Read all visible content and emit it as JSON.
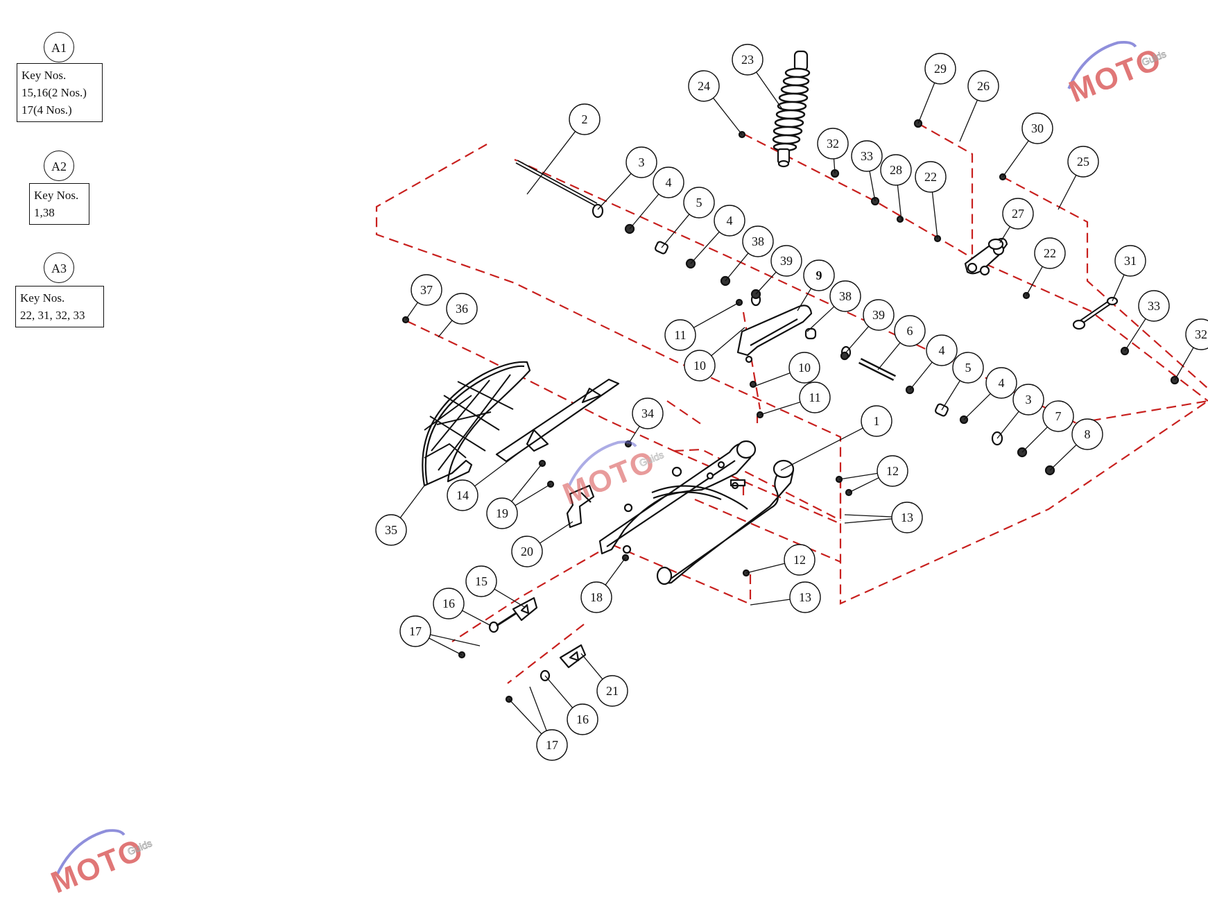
{
  "legend": [
    {
      "tag": "A1",
      "lines": [
        "Key Nos.",
        "15,16(2 Nos.)",
        "17(4 Nos.)"
      ]
    },
    {
      "tag": "A2",
      "lines": [
        "Key Nos.",
        "1,38"
      ]
    },
    {
      "tag": "A3",
      "lines": [
        "Key Nos.",
        "22, 31, 32, 33"
      ]
    }
  ],
  "callouts": [
    "1",
    "2",
    "3",
    "3",
    "4",
    "4",
    "4",
    "4",
    "5",
    "5",
    "6",
    "7",
    "8",
    "9",
    "10",
    "10",
    "11",
    "11",
    "12",
    "12",
    "13",
    "13",
    "14",
    "15",
    "16",
    "16",
    "17",
    "17",
    "18",
    "19",
    "20",
    "21",
    "22",
    "22",
    "23",
    "24",
    "25",
    "26",
    "27",
    "28",
    "29",
    "30",
    "31",
    "32",
    "32",
    "33",
    "33",
    "34",
    "35",
    "36",
    "37",
    "38",
    "38",
    "39",
    "39"
  ],
  "watermark": {
    "brand": "MOTO",
    "sub": "Guids"
  },
  "colors": {
    "line": "#111111",
    "dash": "#c8201e",
    "watermark_red": "#d64a4a",
    "watermark_blue": "#6a6ad0"
  }
}
